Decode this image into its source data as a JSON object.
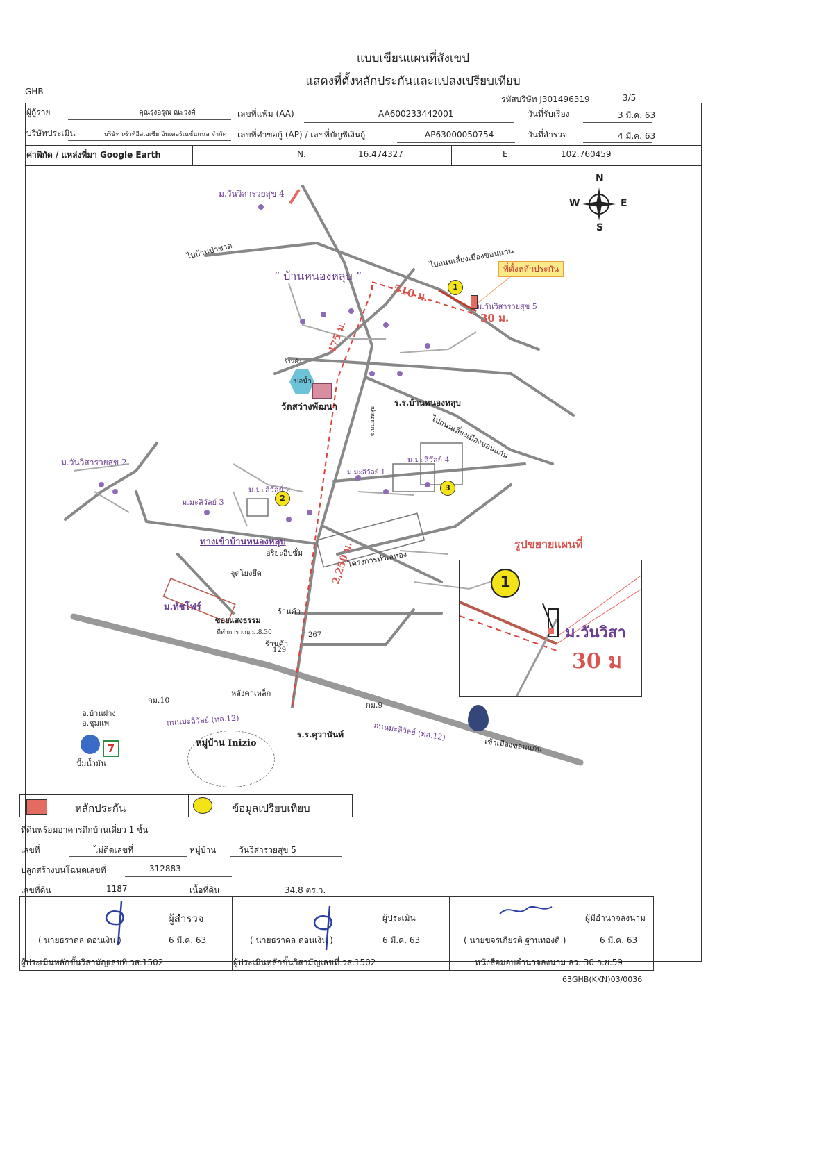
{
  "doc": {
    "title1": "แบบเขียนแผนที่สังเขป",
    "title2": "แสดงที่ตั้งหลักประกันและแปลงเปรียบเทียบ",
    "ghb": "GHB",
    "company_code": "รหัสบริษัท J301496319",
    "page": "3/5",
    "footer_code": "63GHB(KKN)03/0036"
  },
  "header": {
    "borrower_label": "ผู้กู้ราย",
    "borrower_value": "คุณรุ่งอรุณ ณะวงศ์",
    "file_label": "เลขที่แฟ้ม (AA)",
    "file_value": "AA600233442001",
    "received_label": "วันที่รับเรื่อง",
    "received_value": "3 มี.ค. 63",
    "appraiser_label": "บริษัทประเมิน",
    "appraiser_value": "บริษัท เซ้าท์อีสเอเชีย อินเตอร์เนชั่นแนล จำกัด",
    "ap_label": "เลขที่คำขอกู้ (AP) / เลขที่บัญชีเงินกู้",
    "ap_value": "AP63000050754",
    "survey_label": "วันที่สำรวจ",
    "survey_value": "4 มี.ค. 63",
    "coord_label": "ค่าพิกัด / แหล่งที่มา Google Earth",
    "n_label": "N.",
    "n_value": "16.474327",
    "e_label": "E.",
    "e_value": "102.760459"
  },
  "map": {
    "compass": {
      "n": "N",
      "s": "S",
      "e": "E",
      "w": "W"
    },
    "labels": {
      "village4": "ม.วันวิสารวยสุข 4",
      "to_ban_pachat": "ไปบ้านป่าชาด",
      "to_bypass1": "ไปถนนเลี่ยงเมืองขอนแก่น",
      "collateral_site": "ที่ตั้งหลักประกัน",
      "ban_nonglup": "“ บ้านหนองหลุบ ”",
      "dist_510": "510 ม.",
      "village5": "ม.วันวิสารวยสุข 5",
      "dist_30": "30 ม.",
      "dist_475": "475 ม.",
      "shop1": "ร้านค้า",
      "water": "บ่อน้ำ",
      "wat": "วัดสว่างพัฒนา",
      "school1": "ร.ร.บ้านหนองหลุบ",
      "soi_road": "ซ.หนองหลุบ",
      "to_bypass2": "ไปถนนเลี่ยงเมืองขอนแก่น",
      "village2": "ม.วันวิสารวยสุข 2",
      "mali4": "ม.มะลิวัลย์ 4",
      "mali1": "ม.มะลิวัลย์ 1",
      "mali2": "ม.มะลิวัลย์ 2",
      "mali3": "ม.มะลิวัลย์ 3",
      "entrance": "ทางเข้าบ้านหนองหลุบ",
      "mall": "อริยะอิปซั่ม",
      "dist_2250": "2,250 ม.",
      "project": "โครงการทำเลทอง",
      "viewpoint": "จุดโยงยึด",
      "tachapone": "ม.ทัชโฟร์",
      "shop2": "ร้านค้า",
      "soi_saengtham": "ซอยแสงธรรม",
      "office": "ที่ทำการ ผญ.ม.8.30",
      "shop3": "ร้านค้า",
      "num129": "129",
      "num267": "267",
      "steel_roof": "หลังคาเหล็ก",
      "km10": "กม.10",
      "km9": "กม.9",
      "to_banfang": "อ.บ้านฝาง",
      "to_chumphae": "อ.ชุมแพ",
      "road_left": "ถนนมะลิวัลย์ (ทล.12)",
      "road_right": "ถนนมะลิวัลย์ (ทล.12)",
      "school2": "ร.ร.คุวานันท์",
      "to_khonkaen": "เข้าเมืองขอนแก่น",
      "inizio": "หมู่บ้าน Inizio",
      "gas_station": "ปั๊มน้ำมัน",
      "seven": "7",
      "enlarge_title": "รูปขยายแผนที่",
      "inset_one": "1",
      "inset_village": "ม.วันวิสา",
      "inset_30": "30 ม"
    },
    "markers": [
      "1",
      "2",
      "3"
    ],
    "colors": {
      "collateral": "#e46b62",
      "comparison": "#f5e31a",
      "road": "#888888",
      "dashed": "#e0413a",
      "label": "#6a3d8f"
    }
  },
  "legend": {
    "collateral": "หลักประกัน",
    "comparison": "ข้อมูลเปรียบเทียบ"
  },
  "property": {
    "type": "ที่ดินพร้อมอาคารตึกบ้านเดี่ยว 1 ชั้น",
    "number_label": "เลขที่",
    "number_value": "ไม่ติดเลขที่",
    "village_label": "หมู่บ้าน",
    "village_value": "วันวิสารวยสุข 5",
    "deed_label": "ปลูกสร้างบนโฉนดเลขที่",
    "deed_value": "312883",
    "land_no_label": "เลขที่ดิน",
    "land_no_value": "1187",
    "area_label": "เนื้อที่ดิน",
    "area_value": "34.8 ตร.ว."
  },
  "signatures": [
    {
      "role": "ผู้สำรวจ",
      "name": "( นายธราดล ดอนเงิน )",
      "date": "6 มี.ค. 63",
      "note": "ผู้ประเมินหลักชั้นวิสามัญเลขที่ วส.1502"
    },
    {
      "role": "ผู้ประเมิน",
      "name": "( นายธราดล ดอนเงิน )",
      "date": "6 มี.ค. 63",
      "note": "ผู้ประเมินหลักชั้นวิสามัญเลขที่ วส.1502"
    },
    {
      "role": "ผู้มีอำนาจลงนาม",
      "name": "( นายขจรเกียรติ ฐานทองดี )",
      "date": "6 มี.ค. 63",
      "note": "หนังสือมอบอำนาจลงนาม ลว. 30 ก.ย.59"
    }
  ]
}
